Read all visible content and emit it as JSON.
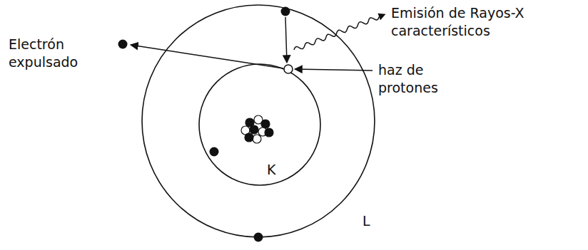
{
  "diagram": {
    "labels": [
      "Electrón expulsado",
      "Emisión de Rayos-X característicos",
      "haz de protones",
      "K",
      "L"
    ]
  }
}
